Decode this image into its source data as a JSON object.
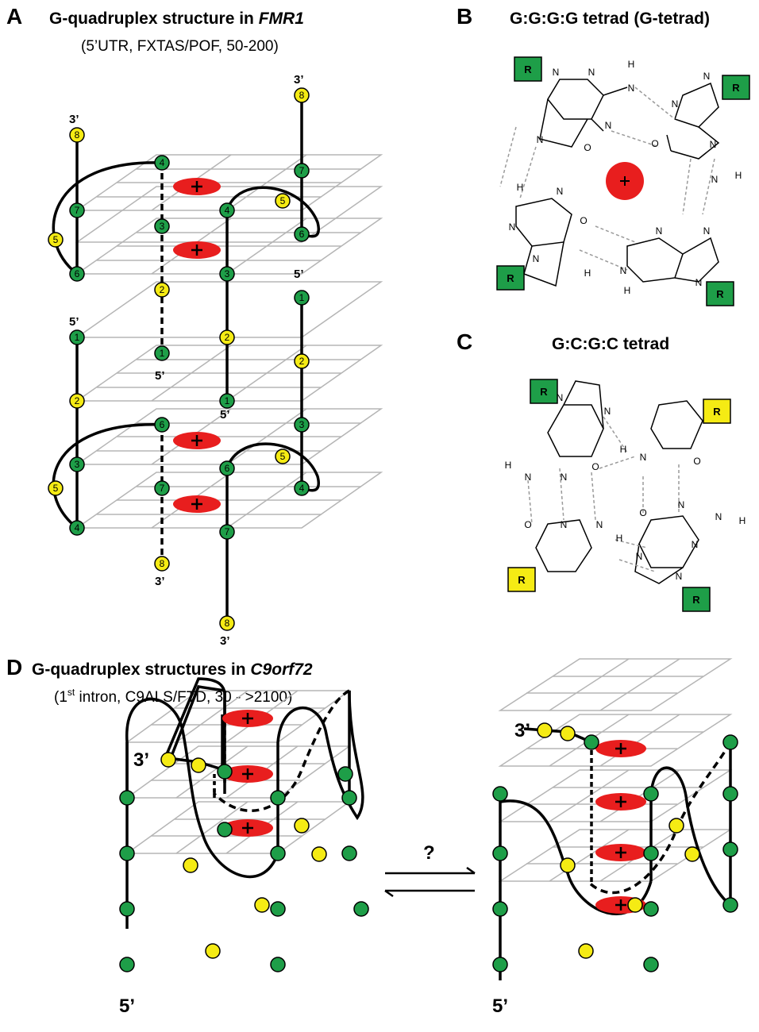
{
  "panelA": {
    "letter": "A",
    "title_prefix": "G-quadruplex structure in ",
    "title_gene": "FMR1",
    "subtitle": "(5’UTR, FXTAS/POF, 50-200)",
    "end_3": "3’",
    "end_5": "5’",
    "node_labels": [
      "1",
      "2",
      "3",
      "4",
      "5",
      "6",
      "7",
      "8"
    ]
  },
  "panelB": {
    "letter": "B",
    "title": "G:G:G:G tetrad (G-tetrad)",
    "r_label": "R",
    "atoms": {
      "N": "N",
      "H": "H",
      "O": "O"
    }
  },
  "panelC": {
    "letter": "C",
    "title": "G:C:G:C tetrad",
    "r_label": "R"
  },
  "panelD": {
    "letter": "D",
    "title_prefix": "G-quadruplex structures in ",
    "title_gene": "C9orf72",
    "subtitle_pre": "(1",
    "subtitle_sup": "st",
    "subtitle_post": " intron, C9ALS/FTD, 30 - >2100)",
    "question": "?",
    "end_3": "3’",
    "end_5": "5’"
  },
  "colors": {
    "green": "#1e9e48",
    "yellow": "#f5eb14",
    "red": "#e81e1e",
    "grid": "#b5b5b5"
  }
}
